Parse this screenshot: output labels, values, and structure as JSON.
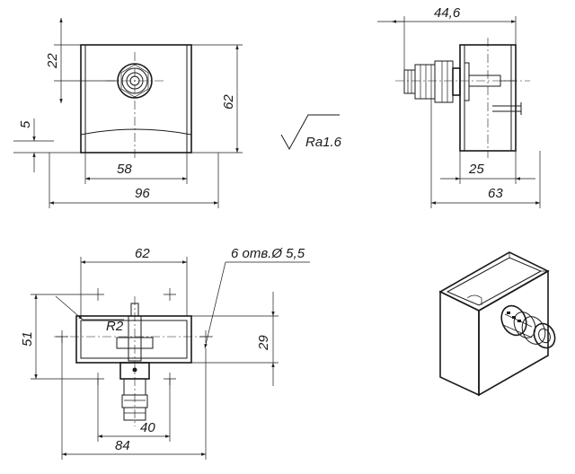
{
  "drawing": {
    "front_view": {
      "dim_height_top": "22",
      "dim_height_total": "62",
      "dim_small": "5",
      "dim_inner_width": "58",
      "dim_total_width": "96"
    },
    "side_view": {
      "dim_top": "44,6",
      "dim_inner": "25",
      "dim_total": "63"
    },
    "roughness": "Ra1.6",
    "bottom_view": {
      "dim_top": "62",
      "hole_note": "6 отв.Ø 5,5",
      "dim_radius": "R2",
      "dim_left": "51",
      "dim_right": "29",
      "dim_holes": "40",
      "dim_bottom": "84"
    }
  }
}
